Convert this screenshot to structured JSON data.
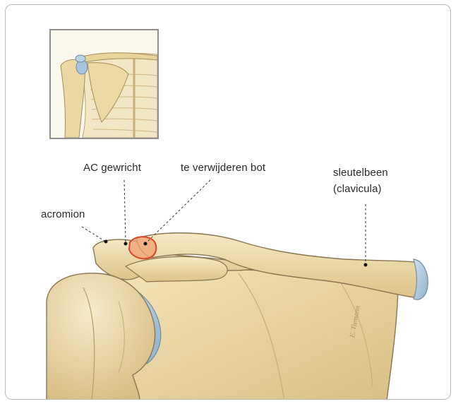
{
  "labels": {
    "ac_joint": "AC gewricht",
    "bone_to_remove": "te verwijderen bot",
    "collarbone_line1": "sleutelbeen",
    "collarbone_line2": "(clavicula)",
    "acromion": "acromion"
  },
  "artist_signature": "E. Tiemann",
  "colors": {
    "bone": "#efdcaa",
    "bone_shadow": "#cdb680",
    "outline": "#8a7550",
    "cartilage": "#a8c3da",
    "highlight": "#e05a3a",
    "frame": "#b9b9b9"
  },
  "icons": [
    "shoulder-overview-thumbnail",
    "shoulder-anatomy-illustration"
  ]
}
